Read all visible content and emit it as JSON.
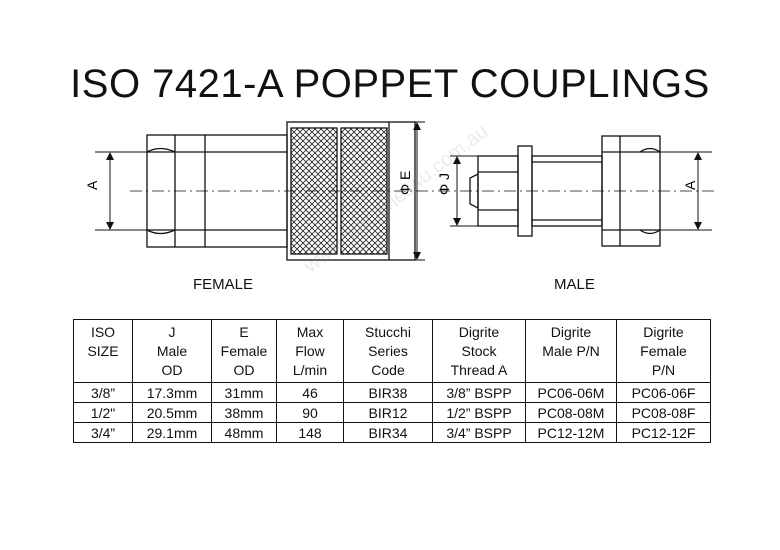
{
  "title": "ISO 7421-A POPPET COUPLINGS",
  "captions": {
    "female": "FEMALE",
    "male": "MALE"
  },
  "dimension_labels": {
    "a_left": "A",
    "e": "Φ E",
    "j": "Φ J",
    "a_right": "A"
  },
  "watermark": "www.machines4u.com.au",
  "table": {
    "headers": [
      [
        "ISO",
        "SIZE"
      ],
      [
        "J",
        "Male",
        "OD"
      ],
      [
        "E",
        "Female",
        "OD"
      ],
      [
        "Max",
        "Flow",
        "L/min"
      ],
      [
        "Stucchi",
        "Series",
        "Code"
      ],
      [
        "Digrite",
        "Stock",
        "Thread A"
      ],
      [
        "Digrite",
        "Male P/N"
      ],
      [
        "Digrite",
        "Female",
        "P/N"
      ]
    ],
    "rows": [
      [
        "3/8”",
        "17.3mm",
        "31mm",
        "46",
        "BIR38",
        "3/8” BSPP",
        "PC06-06M",
        "PC06-06F"
      ],
      [
        "1/2\"",
        "20.5mm",
        "38mm",
        "90",
        "BIR12",
        "1/2” BSPP",
        "PC08-08M",
        "PC08-08F"
      ],
      [
        "3/4”",
        "29.1mm",
        "48mm",
        "148",
        "BIR34",
        "3/4” BSPP",
        "PC12-12M",
        "PC12-12F"
      ]
    ]
  }
}
